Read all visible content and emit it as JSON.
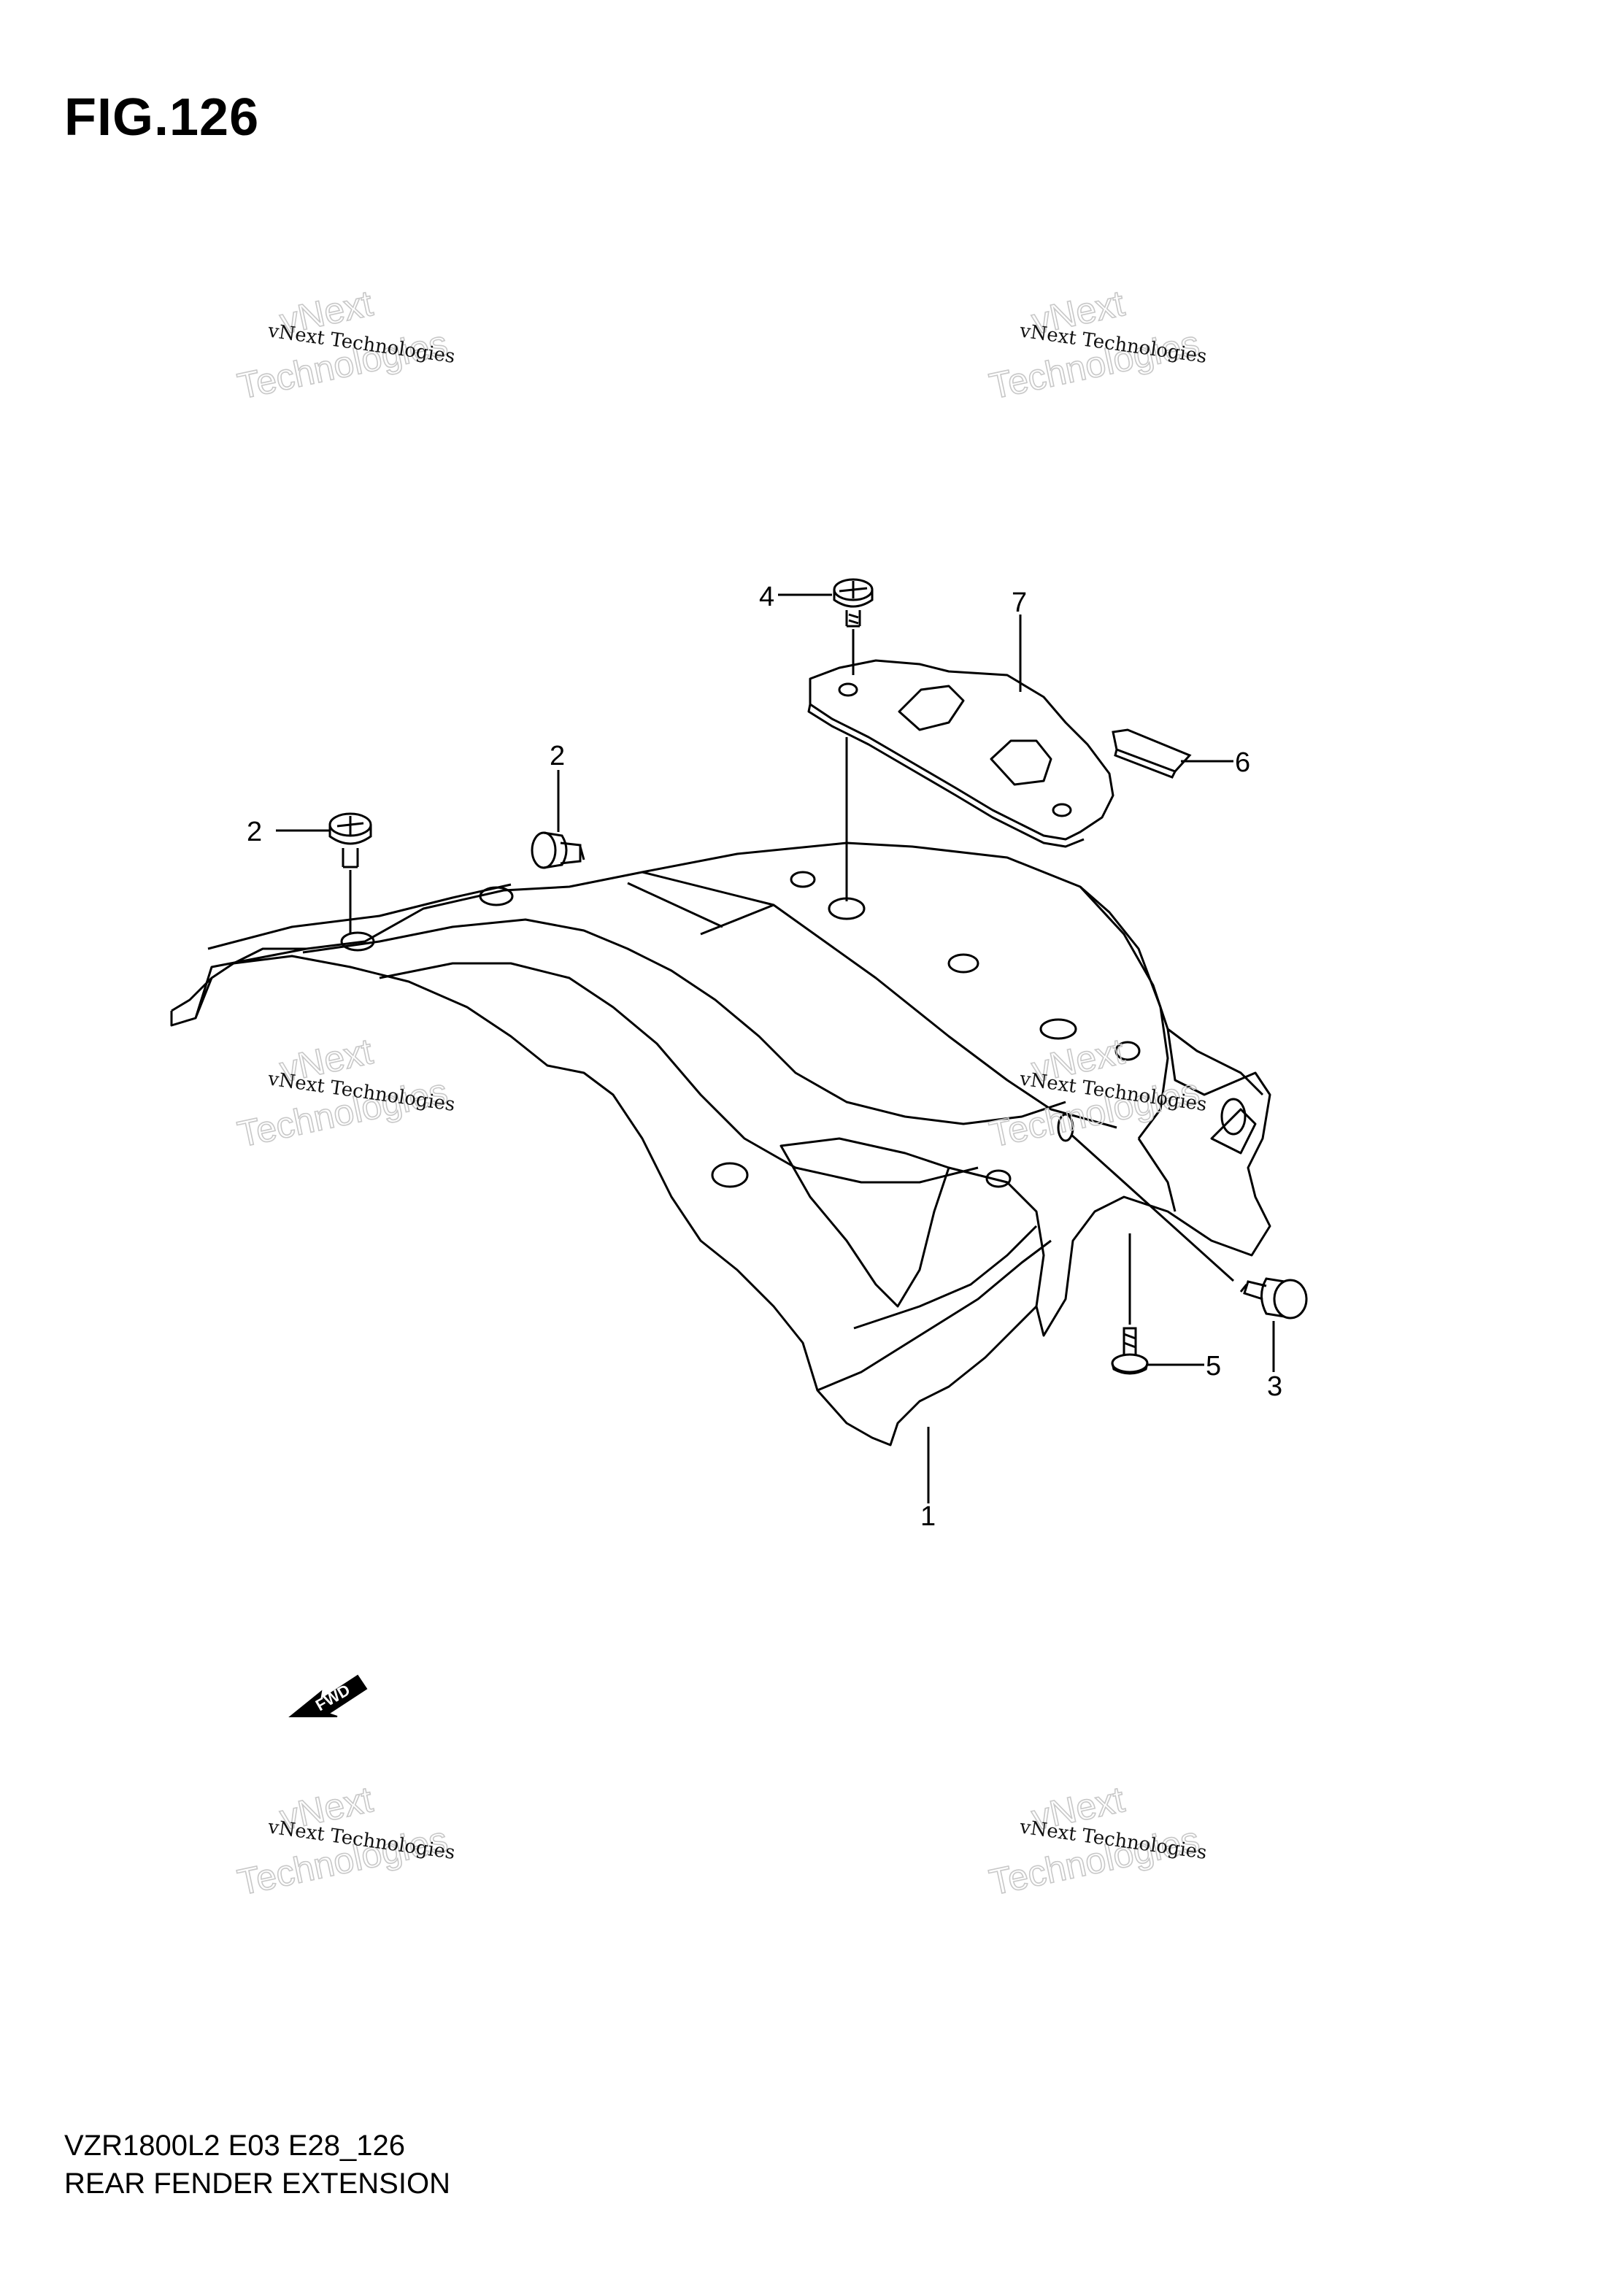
{
  "figure": {
    "title": "FIG.126"
  },
  "footer": {
    "model_code": "VZR1800L2 E03 E28_126",
    "part_name": "REAR FENDER EXTENSION"
  },
  "watermark": {
    "line_small": "vNext Technologies",
    "line_big_1": "vNext",
    "line_big_2": "Technologies"
  },
  "direction_indicator": {
    "label": "FWD"
  },
  "callouts": [
    "1",
    "2",
    "2",
    "3",
    "4",
    "5",
    "6",
    "7"
  ]
}
